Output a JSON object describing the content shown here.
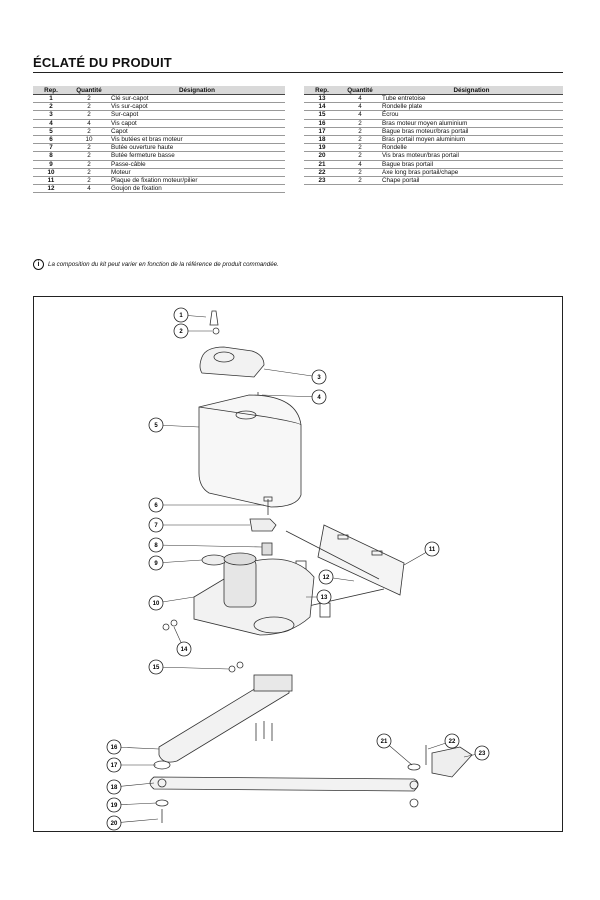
{
  "page_title": "ÉCLATÉ DU PRODUIT",
  "table_headers": {
    "rep": "Rep.",
    "qty": "Quantité",
    "designation": "Désignation"
  },
  "parts_left": [
    {
      "rep": "1",
      "qty": "2",
      "designation": "Clé sur-capot"
    },
    {
      "rep": "2",
      "qty": "2",
      "designation": "Vis sur-capot"
    },
    {
      "rep": "3",
      "qty": "2",
      "designation": "Sur-capot"
    },
    {
      "rep": "4",
      "qty": "4",
      "designation": "Vis capot"
    },
    {
      "rep": "5",
      "qty": "2",
      "designation": "Capot"
    },
    {
      "rep": "6",
      "qty": "10",
      "designation": "Vis butées et bras moteur"
    },
    {
      "rep": "7",
      "qty": "2",
      "designation": "Butée ouverture haute"
    },
    {
      "rep": "8",
      "qty": "2",
      "designation": "Butée fermeture basse"
    },
    {
      "rep": "9",
      "qty": "2",
      "designation": "Passe-câble"
    },
    {
      "rep": "10",
      "qty": "2",
      "designation": "Moteur"
    },
    {
      "rep": "11",
      "qty": "2",
      "designation": "Plaque de fixation moteur/pilier"
    },
    {
      "rep": "12",
      "qty": "4",
      "designation": "Goujon de fixation"
    }
  ],
  "parts_right": [
    {
      "rep": "13",
      "qty": "4",
      "designation": "Tube entretoise"
    },
    {
      "rep": "14",
      "qty": "4",
      "designation": "Rondelle plate"
    },
    {
      "rep": "15",
      "qty": "4",
      "designation": "Écrou"
    },
    {
      "rep": "16",
      "qty": "2",
      "designation": "Bras moteur moyen aluminium"
    },
    {
      "rep": "17",
      "qty": "2",
      "designation": "Bague bras moteur/bras portail"
    },
    {
      "rep": "18",
      "qty": "2",
      "designation": "Bras portail moyen aluminium"
    },
    {
      "rep": "19",
      "qty": "2",
      "designation": "Rondelle"
    },
    {
      "rep": "20",
      "qty": "2",
      "designation": "Vis bras moteur/bras portail"
    },
    {
      "rep": "21",
      "qty": "4",
      "designation": "Bague bras portail"
    },
    {
      "rep": "22",
      "qty": "2",
      "designation": "Axe long bras portail/chape"
    },
    {
      "rep": "23",
      "qty": "2",
      "designation": "Chape portail"
    }
  ],
  "note": "La composition du kit peut varier en fonction de la référence de produit commandée.",
  "info_icon_glyph": "i",
  "callout_labels": [
    "1",
    "2",
    "3",
    "4",
    "5",
    "6",
    "7",
    "8",
    "9",
    "10",
    "11",
    "12",
    "13",
    "14",
    "15",
    "16",
    "17",
    "18",
    "19",
    "20",
    "21",
    "22",
    "23"
  ]
}
